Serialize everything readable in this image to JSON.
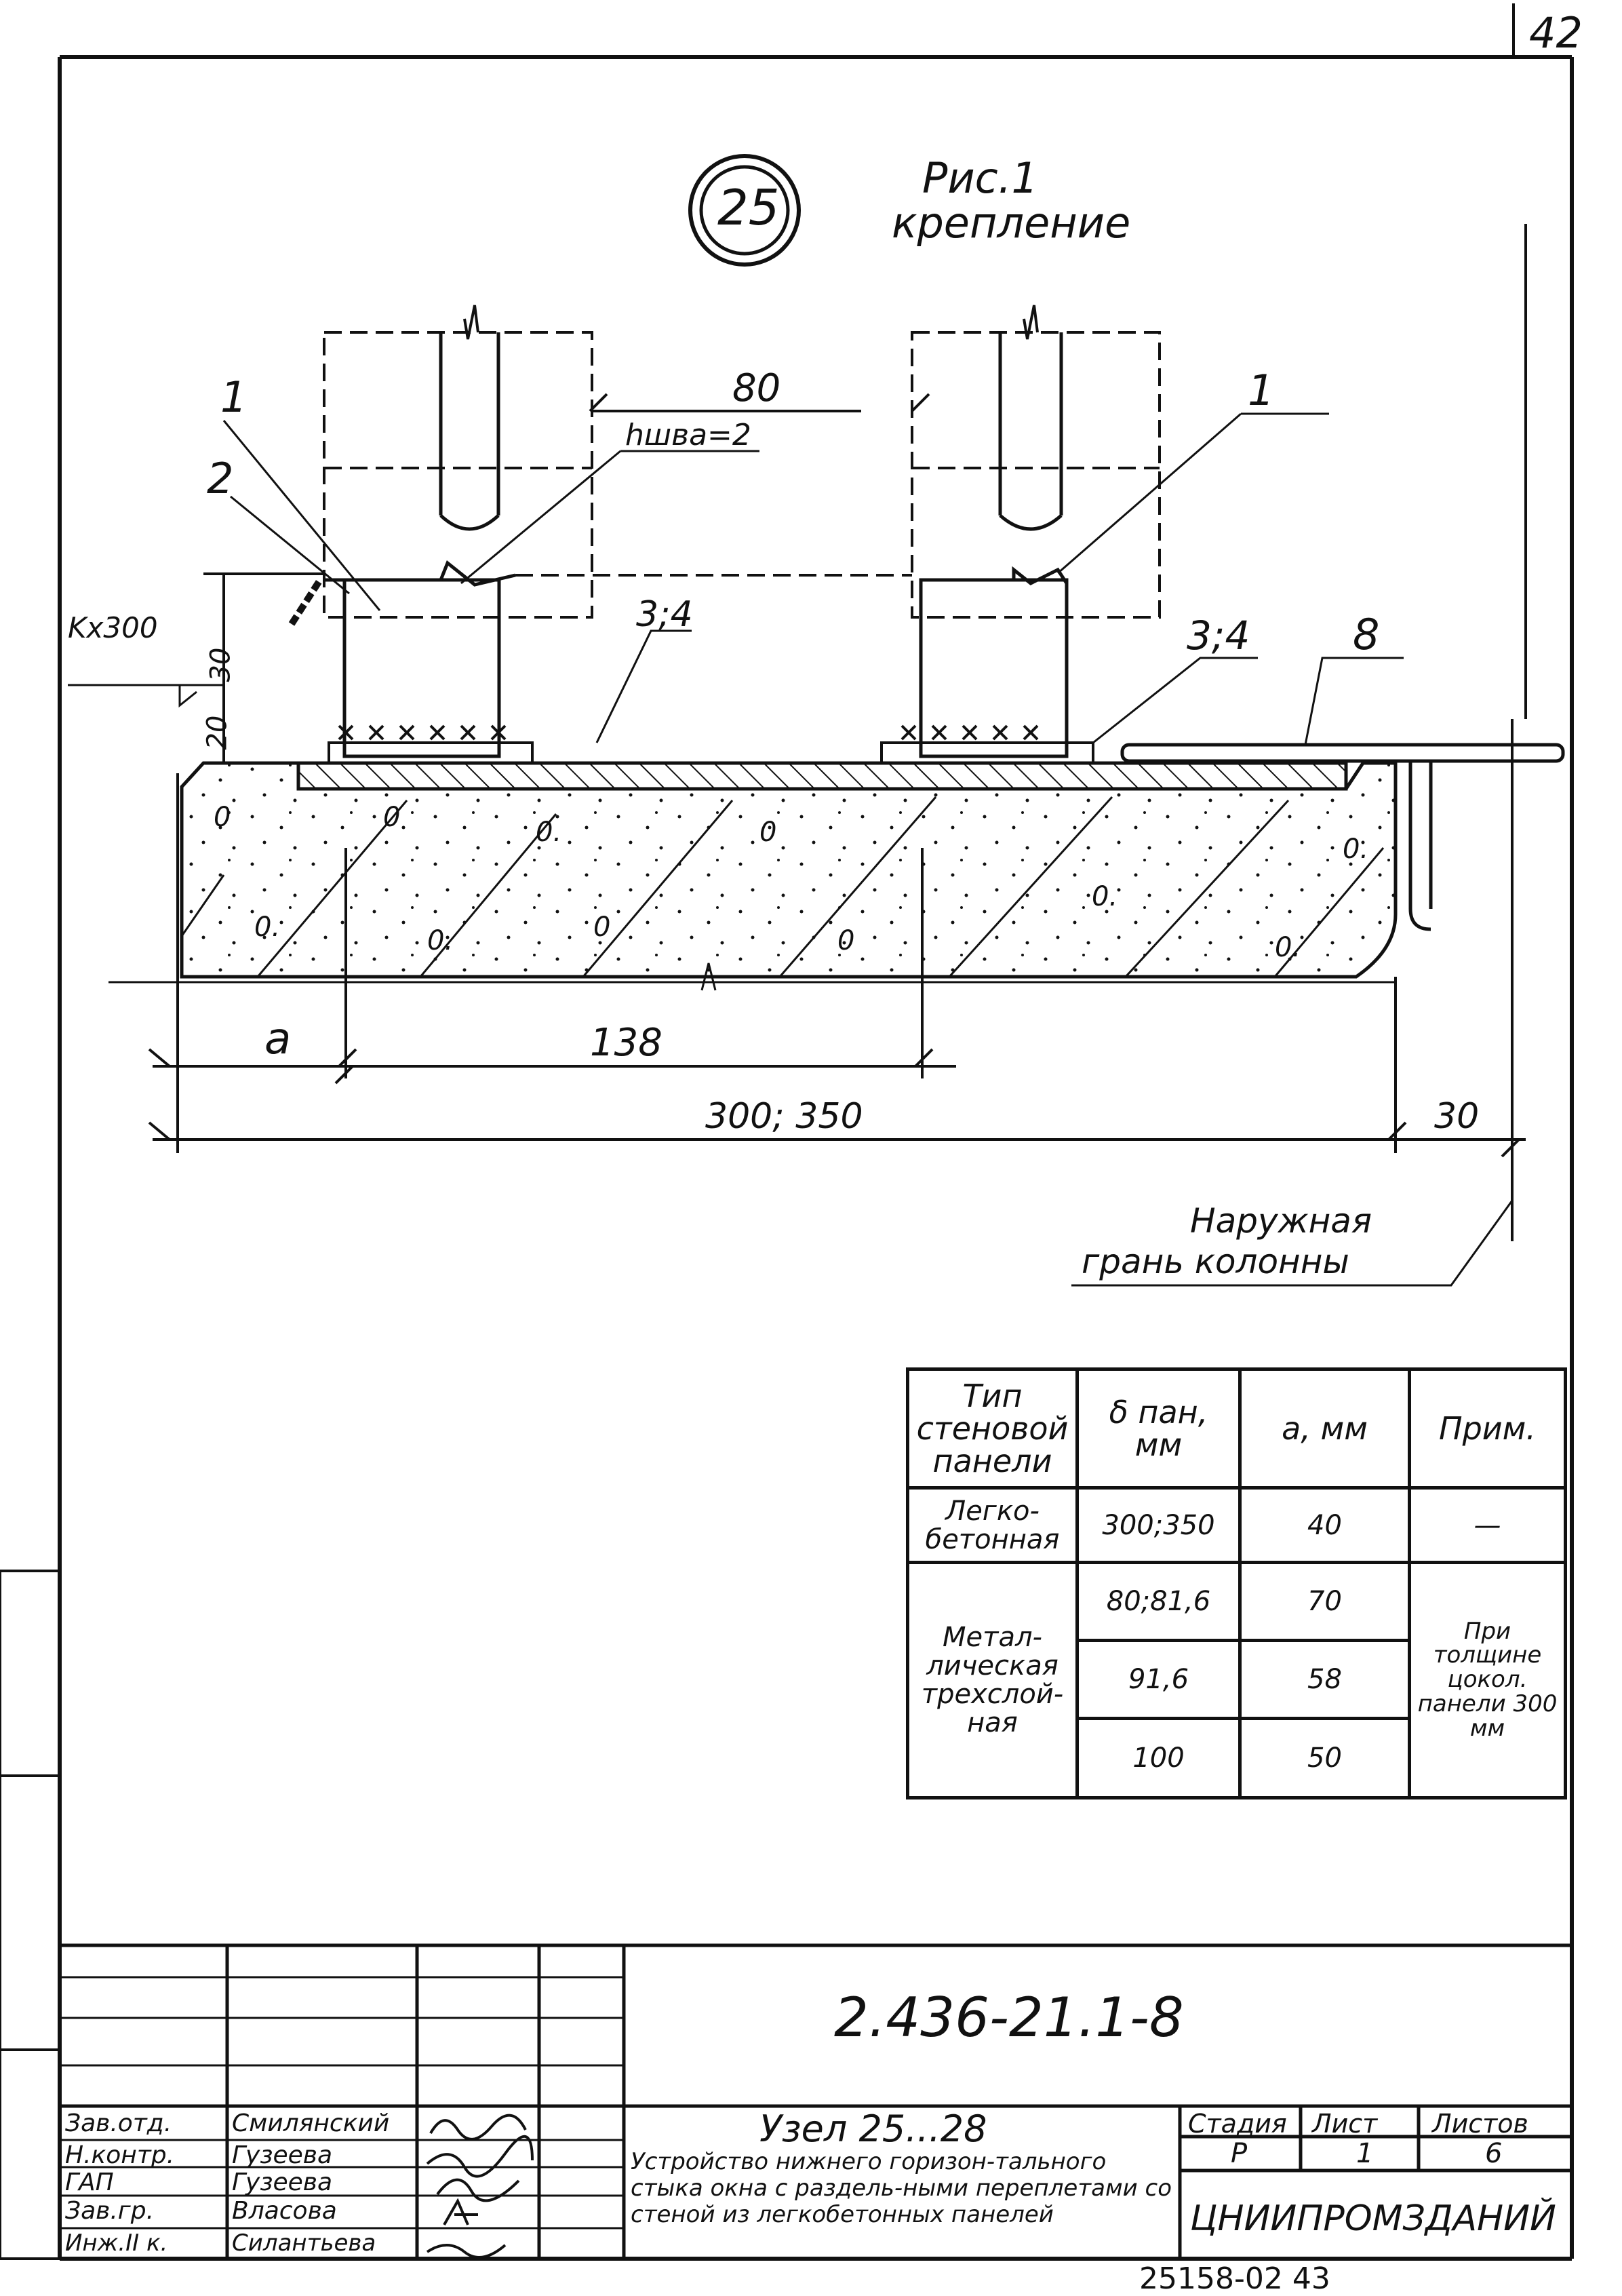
{
  "page_number": "42",
  "figure": {
    "node_number": "25",
    "caption_line1": "Рис.1",
    "caption_line2": "крепление"
  },
  "callouts": {
    "c1_left": "1",
    "c2_left": "2",
    "c1_right": "1",
    "c34_left": "3;4",
    "c34_right": "3;4",
    "c8": "8",
    "weld": "hшва=2",
    "kx300": "Kx300"
  },
  "dimensions": {
    "d80": "80",
    "d30_vert": "30",
    "d20_vert": "20",
    "a": "a",
    "d138": "138",
    "d300_350": "300; 350",
    "d30": "30"
  },
  "note_outer": {
    "line1": "Наружная",
    "line2": "грань колонны"
  },
  "table": {
    "headers": [
      "Тип стеновой панели",
      "δ пан, мм",
      "a, мм",
      "Прим."
    ],
    "rows": [
      {
        "type": "Легко-бетонная",
        "thickness": "300;350",
        "a": "40",
        "note": "—"
      },
      {
        "type": "Метал-лическая трехслой-ная",
        "thickness": "80;81,6",
        "a": "70",
        "note": "При толщине цокол. панели 300 мм"
      },
      {
        "thickness": "91,6",
        "a": "58"
      },
      {
        "thickness": "100",
        "a": "50"
      }
    ]
  },
  "title_block": {
    "doc_code": "2.436-21.1-8",
    "title_head": "Узел 25...28",
    "title_body": "Устройство нижнего горизон-тального стыка окна с раздель-ными переплетами со стеной из легкобетонных панелей",
    "roles": [
      "Зав.отд.",
      "Н.контр.",
      "ГАП",
      "Зав.гр.",
      "Инж.II к."
    ],
    "names": [
      "Смилянский",
      "Гузеева",
      "Гузеева",
      "Власова",
      "Силантьева"
    ],
    "stage_label": "Стадия",
    "sheet_label": "Лист",
    "sheets_label": "Листов",
    "stage": "Р",
    "sheet": "1",
    "sheets": "6",
    "org": "ЦНИИПРОМЗДАНИЙ"
  },
  "archive_number": "25158-02 43"
}
